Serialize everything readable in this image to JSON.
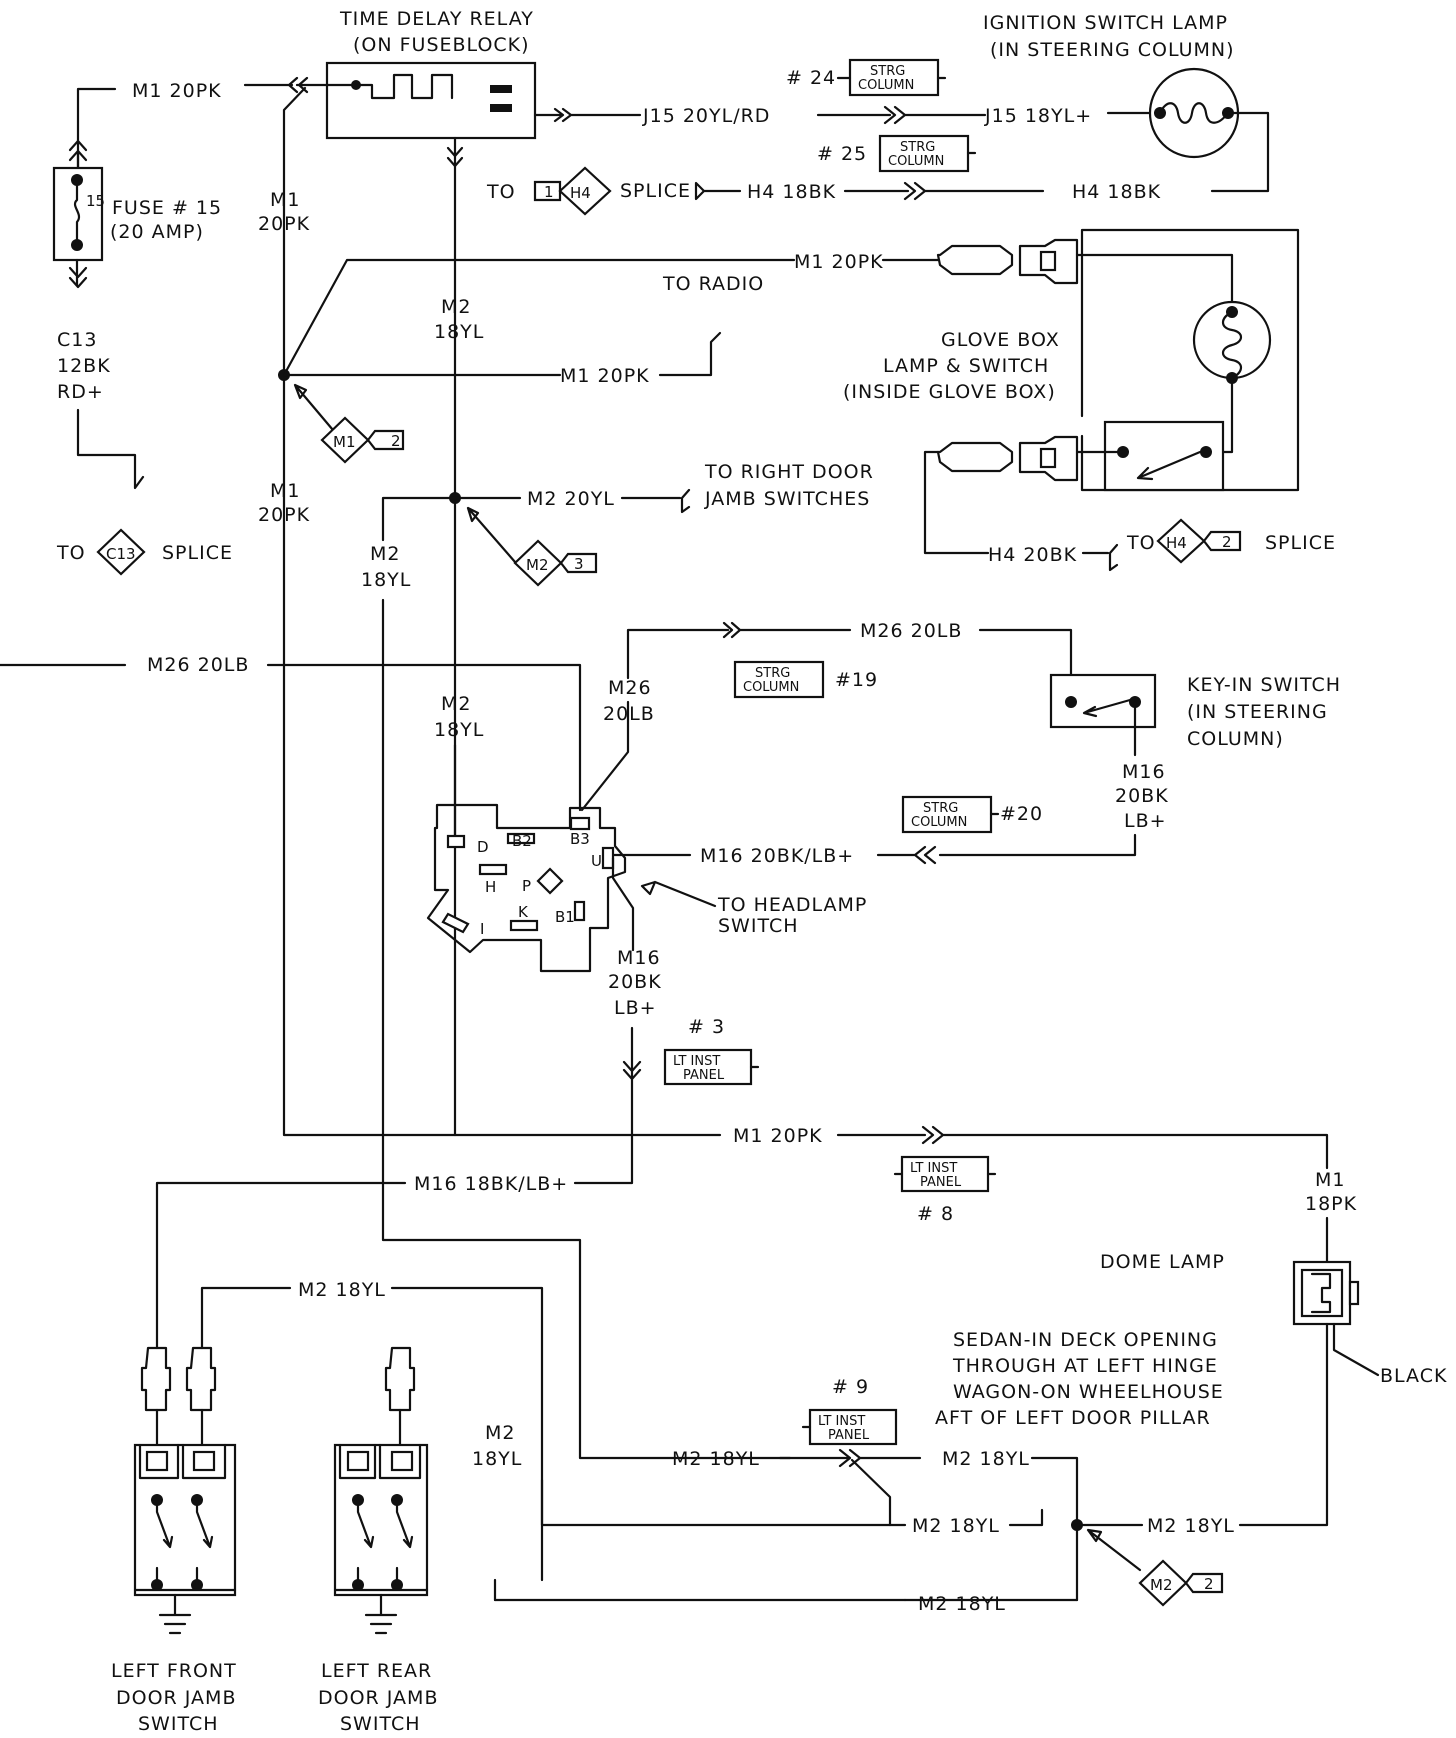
{
  "labels": {
    "time_delay_relay": "TIME DELAY RELAY",
    "on_fuseblock": "(ON FUSEBLOCK)",
    "ignition_lamp_title": "IGNITION SWITCH LAMP",
    "ignition_lamp_sub": "(IN STEERING COLUMN)",
    "m1_20pk": "M1 20PK",
    "j15_20yl_rd": "J15 20YL/RD",
    "j15_18yl": "J15 18YL+",
    "h4_18bk": "H4 18BK",
    "h4_18bk_2": "H4 18BK",
    "to": "TO",
    "splice": "SPLICE",
    "to_radio": "TO RADIO",
    "fuse_label": "FUSE # 15",
    "fuse_amp": "(20 AMP)",
    "fuse_num": "15",
    "m1": "M1",
    "pk20": "20PK",
    "m2": "M2",
    "yl18": "18YL",
    "c13": "C13",
    "bk12": "12BK",
    "rd": "RD+",
    "to_c13_splice_to": "TO",
    "to_c13_splice_splice": "SPLICE",
    "glove_box_1": "GLOVE BOX",
    "glove_box_2": "LAMP & SWITCH",
    "glove_box_3": "(INSIDE GLOVE BOX)",
    "m2_20yl": "M2 20YL",
    "to_right_door_1": "TO RIGHT DOOR",
    "to_right_door_2": "JAMB SWITCHES",
    "h4_20bk": "H4 20BK",
    "m26_20lb": "M26 20LB",
    "m26": "M26",
    "lb20": "20LB",
    "key_in_1": "KEY-IN SWITCH",
    "key_in_2": "(IN STEERING",
    "key_in_3": "COLUMN)",
    "m16": "M16",
    "bk20": "20BK",
    "lb": "LB+",
    "m16_20bk_lb": "M16 20BK/LB+",
    "to_headlamp_1": "TO HEADLAMP",
    "to_headlamp_2": "SWITCH",
    "m16_18bk_lb": "M16 18BK/LB+",
    "m1_18pk_a": "M1",
    "m1_18pk_b": "18PK",
    "dome_lamp": "DOME LAMP",
    "black": "BLACK",
    "sedan_1": "SEDAN-IN DECK OPENING",
    "sedan_2": "THROUGH AT LEFT HINGE",
    "sedan_3": "WAGON-ON WHEELHOUSE",
    "sedan_4": "AFT OF LEFT DOOR PILLAR",
    "m2_18yl": "M2 18YL",
    "left_front_1": "LEFT FRONT",
    "left_front_2": "DOOR JAMB",
    "left_front_3": "SWITCH",
    "left_rear_1": "LEFT REAR",
    "left_rear_2": "DOOR JAMB",
    "left_rear_3": "SWITCH"
  },
  "connectors": {
    "strg_a": "STRG",
    "strg_b": "COLUMN",
    "lt_a": "LT INST",
    "lt_b": "PANEL",
    "n24": "# 24",
    "n25": "# 25",
    "n19": "#19",
    "n20": "#20",
    "n3": "# 3",
    "n8": "# 8",
    "n9": "# 9"
  },
  "splices": {
    "h4": "H4",
    "c13": "C13",
    "m1": "M1",
    "m2": "M2",
    "one": "1",
    "two": "2",
    "three": "3"
  },
  "switch_pins": {
    "d": "D",
    "b2": "B2",
    "b3": "B3",
    "h": "H",
    "p": "P",
    "u": "U",
    "k": "K",
    "b1": "B1",
    "i": "I"
  }
}
